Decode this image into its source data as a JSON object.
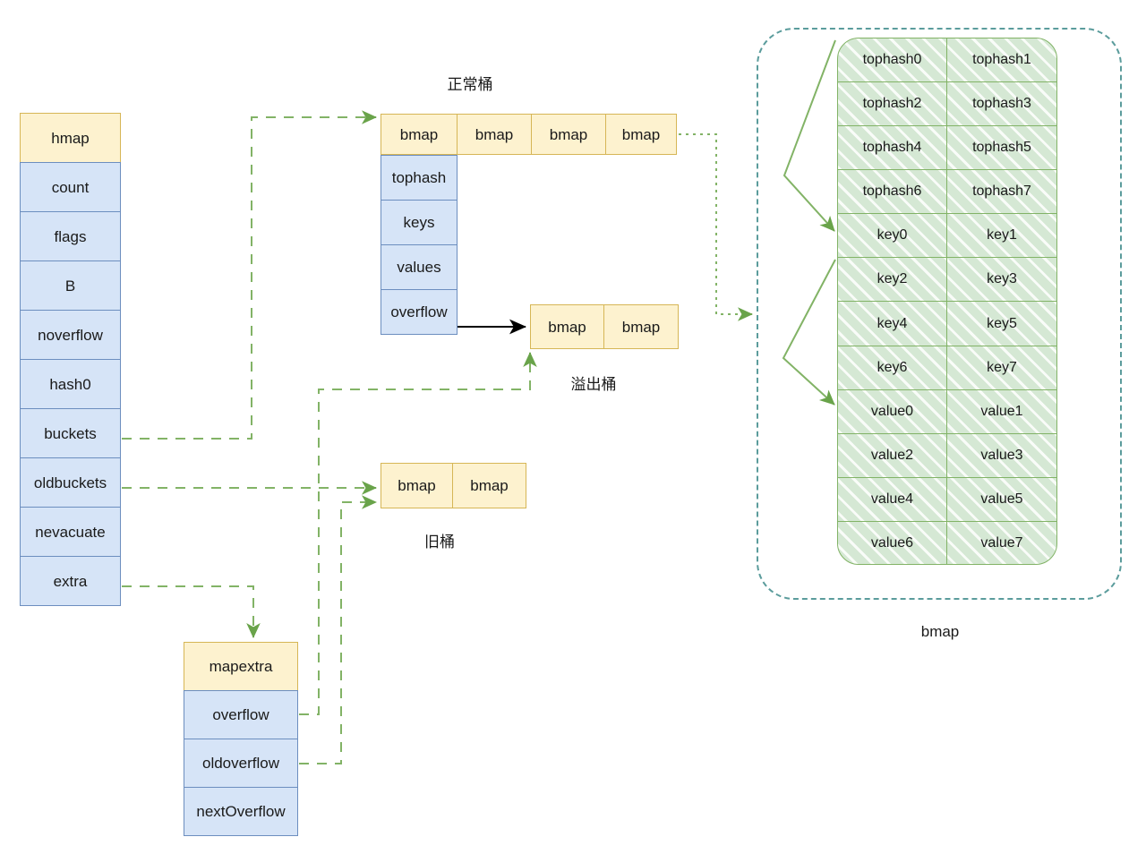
{
  "diagram": {
    "title": "Go map hmap / bmap structure",
    "colors": {
      "yellow_fill": "#fdf2cf",
      "yellow_stroke": "#d6b656",
      "blue_fill": "#d6e4f7",
      "blue_stroke": "#6c8ebf",
      "green_fill": "#d5e8d4",
      "green_stroke": "#82b366",
      "dashed_container_stroke": "#5b9c9c",
      "arrow_green": "#82b366",
      "arrow_black": "#000000"
    }
  },
  "hmap": {
    "header": "hmap",
    "fields": [
      "count",
      "flags",
      "B",
      "noverflow",
      "hash0",
      "buckets",
      "oldbuckets",
      "nevacuate",
      "extra"
    ]
  },
  "mapextra": {
    "header": "mapextra",
    "fields": [
      "overflow",
      "oldoverflow",
      "nextOverflow"
    ]
  },
  "normal_bucket": {
    "caption": "正常桶",
    "cells": [
      "bmap",
      "bmap",
      "bmap",
      "bmap"
    ],
    "detail_fields": [
      "tophash",
      "keys",
      "values",
      "overflow"
    ]
  },
  "overflow_bucket": {
    "caption": "溢出桶",
    "cells": [
      "bmap",
      "bmap"
    ]
  },
  "old_bucket": {
    "caption": "旧桶",
    "cells": [
      "bmap",
      "bmap"
    ]
  },
  "bmap_detail": {
    "caption": "bmap",
    "rows": [
      [
        "tophash0",
        "tophash1"
      ],
      [
        "tophash2",
        "tophash3"
      ],
      [
        "tophash4",
        "tophash5"
      ],
      [
        "tophash6",
        "tophash7"
      ],
      [
        "key0",
        "key1"
      ],
      [
        "key2",
        "key3"
      ],
      [
        "key4",
        "key5"
      ],
      [
        "key6",
        "key7"
      ],
      [
        "value0",
        "value1"
      ],
      [
        "value2",
        "value3"
      ],
      [
        "value4",
        "value5"
      ],
      [
        "value6",
        "value7"
      ]
    ]
  }
}
